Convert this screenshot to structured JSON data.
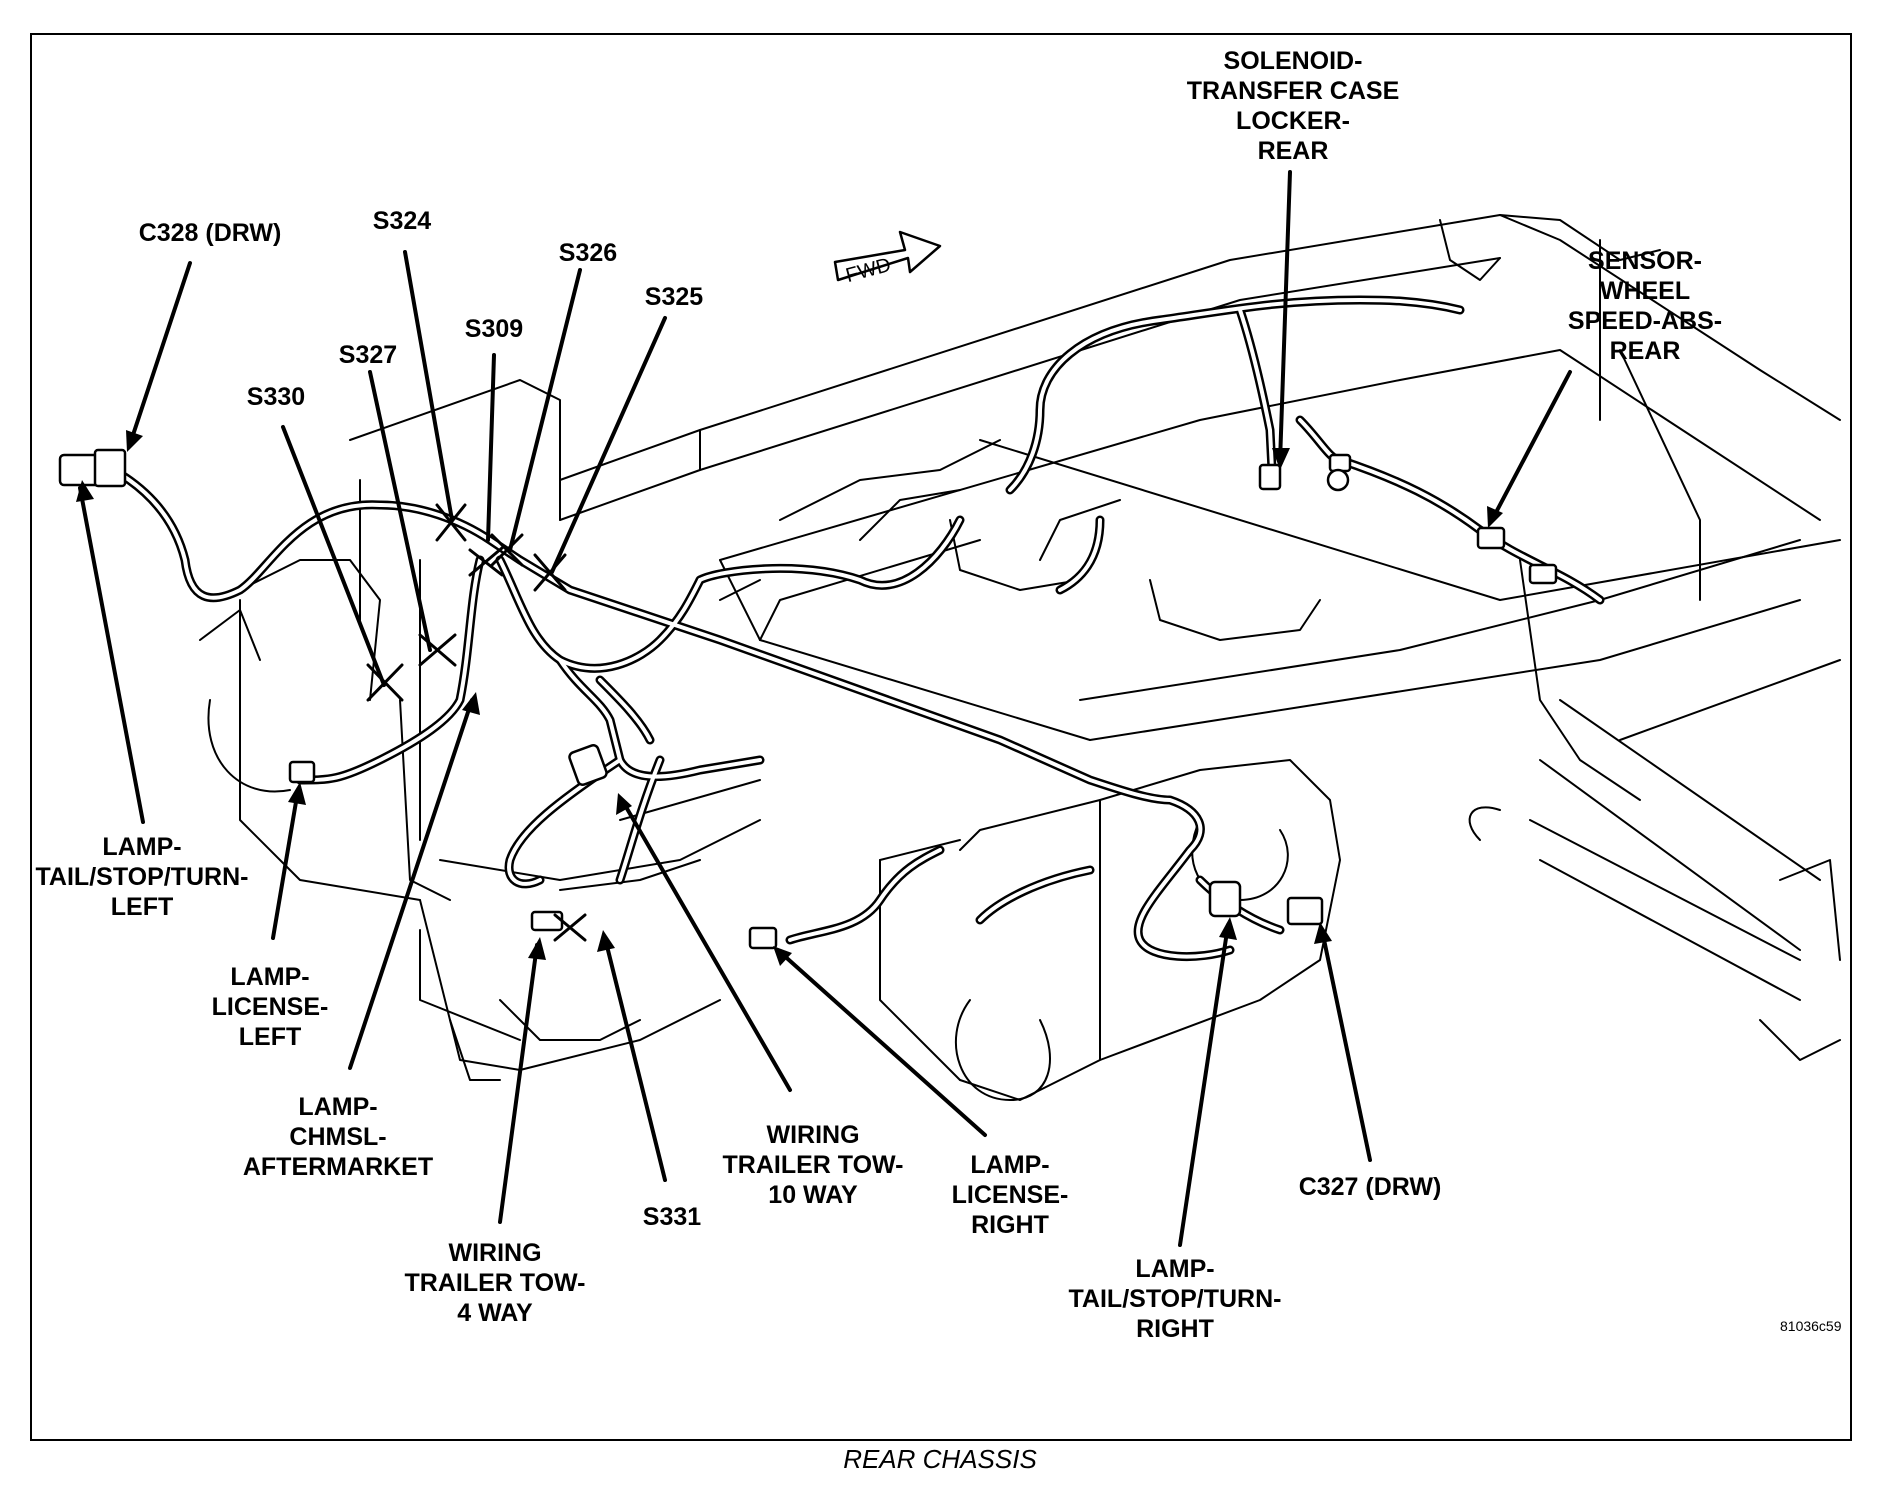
{
  "caption": "REAR CHASSIS",
  "figure_code": "81036c59",
  "direction_arrow": "FWD",
  "labels": {
    "solenoid": [
      "SOLENOID-",
      "TRANSFER CASE",
      "LOCKER-",
      "REAR"
    ],
    "sensor": [
      "SENSOR-",
      "WHEEL",
      "SPEED-ABS-",
      "REAR"
    ],
    "c328": [
      "C328 (DRW)"
    ],
    "s324": [
      "S324"
    ],
    "s326": [
      "S326"
    ],
    "s309": [
      "S309"
    ],
    "s325": [
      "S325"
    ],
    "s327": [
      "S327"
    ],
    "s330": [
      "S330"
    ],
    "lamp_tail_left": [
      "LAMP-",
      "TAIL/STOP/TURN-",
      "LEFT"
    ],
    "lamp_license_left": [
      "LAMP-",
      "LICENSE-",
      "LEFT"
    ],
    "lamp_chmsl": [
      "LAMP-",
      "CHMSL-",
      "AFTERMARKET"
    ],
    "wiring_4way": [
      "WIRING",
      "TRAILER TOW-",
      "4 WAY"
    ],
    "s331": [
      "S331"
    ],
    "wiring_10way": [
      "WIRING",
      "TRAILER TOW-",
      "10 WAY"
    ],
    "lamp_license_right": [
      "LAMP-",
      "LICENSE-",
      "RIGHT"
    ],
    "lamp_tail_right": [
      "LAMP-",
      "TAIL/STOP/TURN-",
      "RIGHT"
    ],
    "c327": [
      "C327 (DRW)"
    ]
  }
}
